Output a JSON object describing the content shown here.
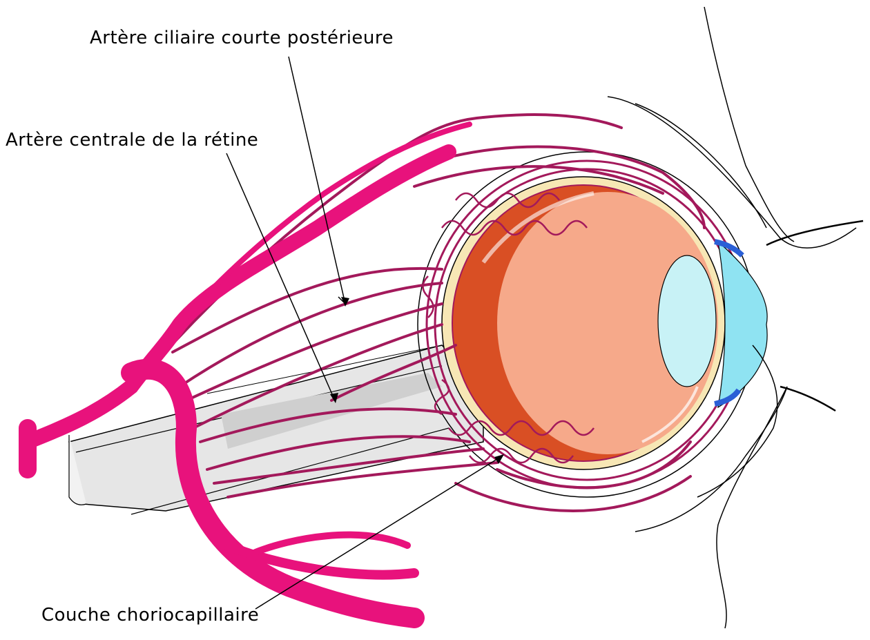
{
  "labels": {
    "ciliary_artery": "Artère ciliaire courte postérieure",
    "central_retinal_artery": "Artère centrale de la rétine",
    "choriocapillaris": "Couche choriocapillaire"
  },
  "colors": {
    "artery_magenta": "#e8127c",
    "vessel_purple": "#a3195b",
    "retina_orange": "#d94f24",
    "vitreous_peach": "#f6a98a",
    "lens_cyan": "#c8f2f6",
    "cornea_blue": "#8fe3f2",
    "iris_blue": "#2a5fd6",
    "sclera_cream": "#f7e7b5",
    "optic_nerve_grey": "#d9d9d9"
  }
}
